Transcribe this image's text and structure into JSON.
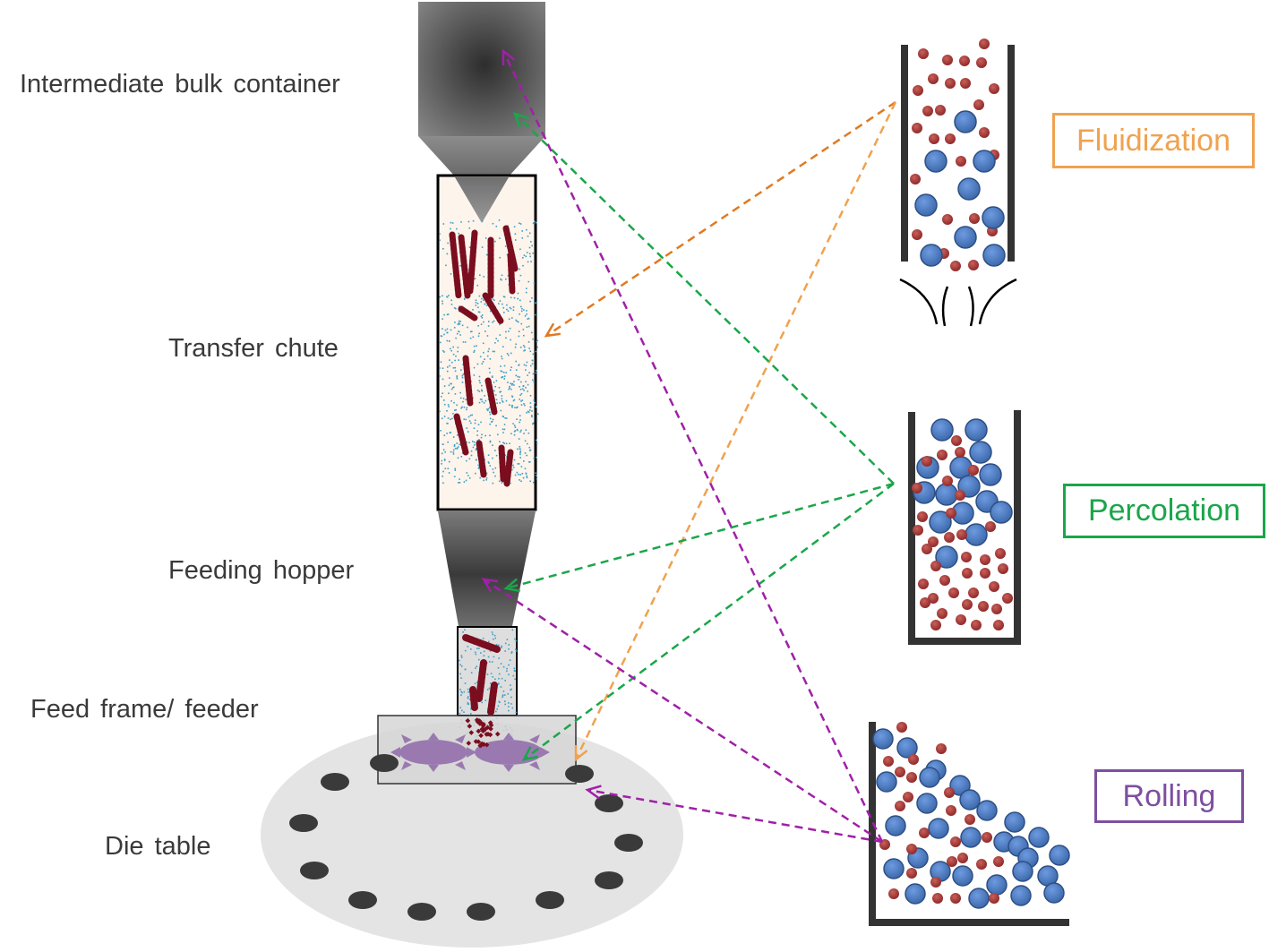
{
  "labels": {
    "ibc": "Intermediate bulk container",
    "chute": "Transfer chute",
    "hopper": "Feeding hopper",
    "feeder": "Feed frame/ feeder",
    "die": "Die table"
  },
  "mechanisms": {
    "fluidization": {
      "label": "Fluidization",
      "color": "#f0a24f"
    },
    "percolation": {
      "label": "Percolation",
      "color": "#1aa64a"
    },
    "rolling": {
      "label": "Rolling",
      "color": "#7d4fa0"
    }
  },
  "colors": {
    "large_particle": "#4a7bbf",
    "small_particle": "#a33a3a",
    "powder_blue": "#3d9ec9",
    "powder_red": "#7a0e1e",
    "arrow_orange_dark": "#e07a22",
    "arrow_orange": "#f0a24f",
    "arrow_green": "#1aa64a",
    "arrow_purple": "#a020a8"
  }
}
